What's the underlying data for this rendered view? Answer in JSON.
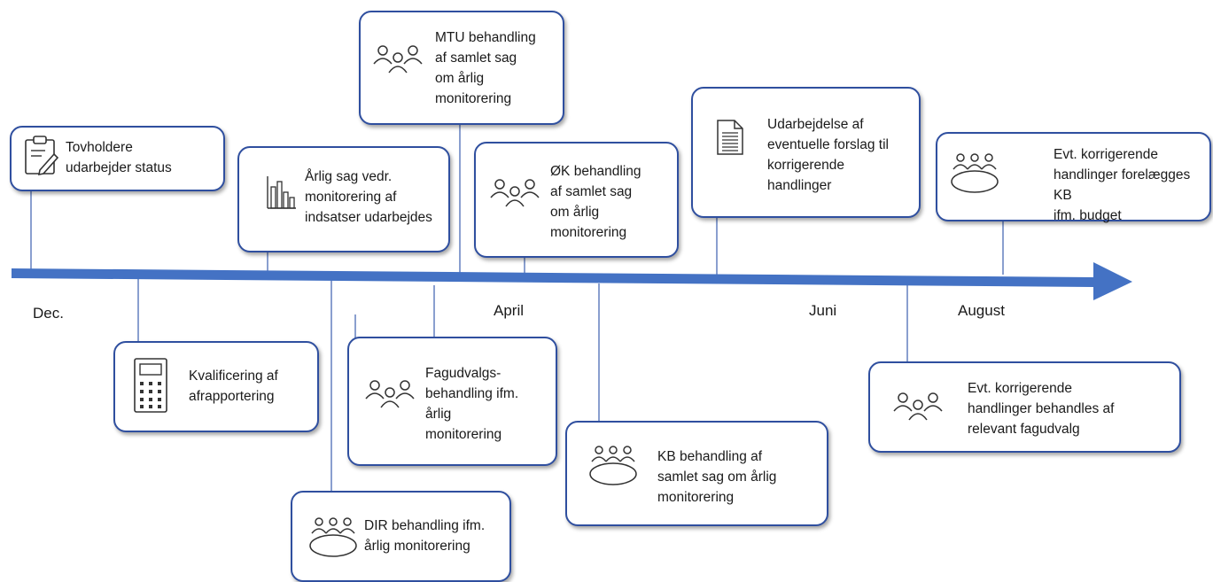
{
  "months": {
    "dec": "Dec.",
    "april": "April",
    "juni": "Juni",
    "august": "August"
  },
  "colors": {
    "arrow": "#4472c4",
    "box_border": "#2f4f9f",
    "connector": "#4a6bb5"
  },
  "events": {
    "tovholdere": {
      "icon": "clipboard-icon",
      "text": "Tovholdere\nudarbejder status"
    },
    "aarlig_sag": {
      "icon": "bar-chart-icon",
      "text": "Årlig sag vedr.\nmonitorering af\nindsatser udarbejdes"
    },
    "mtu": {
      "icon": "people-group-icon",
      "text": "MTU behandling\naf samlet sag\nom årlig\nmonitorering"
    },
    "ok": {
      "icon": "people-group-icon",
      "text": "ØK behandling\naf samlet sag\nom årlig\nmonitorering"
    },
    "udarbejdelse": {
      "icon": "document-icon",
      "text": "Udarbejdelse af\neventuelle forslag til\nkorrigerende\nhandlinger"
    },
    "kb_budget": {
      "icon": "meeting-table-icon",
      "text": "Evt. korrigerende\nhandlinger forelægges KB\nifm.  budget"
    },
    "kvalificering": {
      "icon": "calculator-icon",
      "text": "Kvalificering af\nafrapportering"
    },
    "fagudvalg": {
      "icon": "people-group-icon",
      "text": "Fagudvalgs-\nbehandling ifm.\nårlig\nmonitorering"
    },
    "dir": {
      "icon": "meeting-table-icon",
      "text": "DIR behandling ifm.\nårlig monitorering"
    },
    "kb": {
      "icon": "meeting-table-icon",
      "text": "KB behandling af\nsamlet sag om årlig\nmonitorering"
    },
    "fagudvalg_relevant": {
      "icon": "people-group-icon",
      "text": "Evt. korrigerende\nhandlinger behandles af\nrelevant fagudvalg"
    }
  }
}
